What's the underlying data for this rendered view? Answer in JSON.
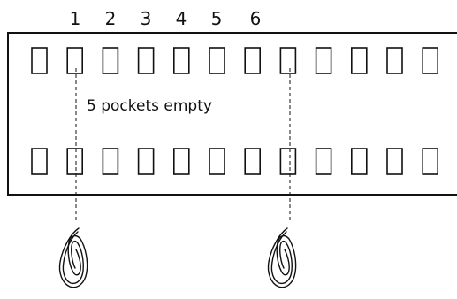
{
  "diagram": {
    "pocket_numbers": [
      "1",
      "2",
      "3",
      "4",
      "5",
      "6"
    ],
    "caption": "5 pockets empty",
    "pockets_per_row": 12,
    "rows": 2,
    "marker_positions": [
      2,
      8
    ],
    "colors": {
      "stroke": "#111111",
      "background": "#ffffff"
    },
    "icons": [
      "paperclip-icon",
      "paperclip-icon"
    ]
  }
}
